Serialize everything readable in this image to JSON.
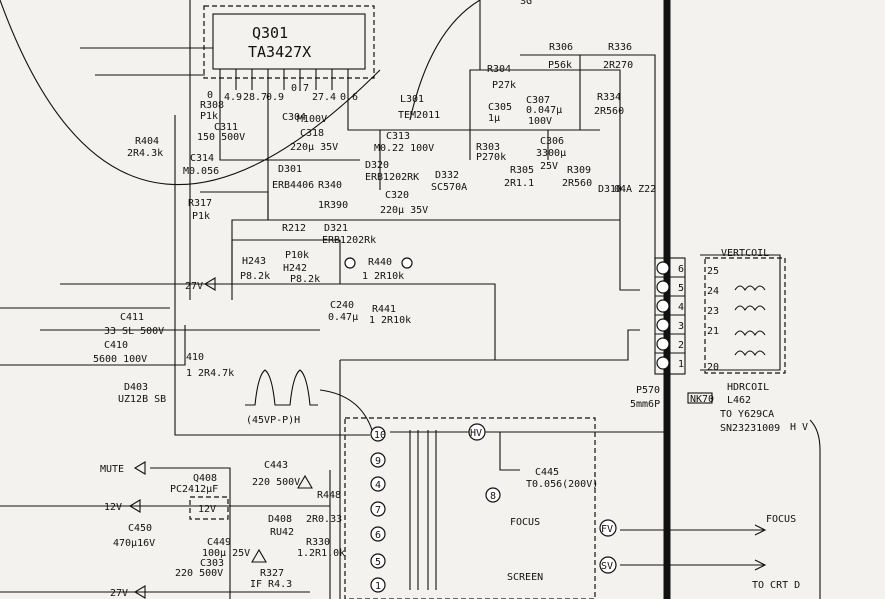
{
  "ic": {
    "ref": "Q301",
    "part": "TA3427X"
  },
  "labels": [
    {
      "id": "r308",
      "t": "R308"
    },
    {
      "id": "r308v",
      "t": "P1k"
    },
    {
      "id": "c311",
      "t": "C311"
    },
    {
      "id": "c311v",
      "t": "150 500V"
    },
    {
      "id": "r404",
      "t": "R404"
    },
    {
      "id": "r404v",
      "t": "2R4.3k"
    },
    {
      "id": "c314",
      "t": "C314"
    },
    {
      "id": "c314v",
      "t": "M0.056"
    },
    {
      "id": "r317",
      "t": "R317"
    },
    {
      "id": "r317v",
      "t": "P1k"
    },
    {
      "id": "p0",
      "t": "0"
    },
    {
      "id": "p49",
      "t": "4.9"
    },
    {
      "id": "p287",
      "t": "28.7"
    },
    {
      "id": "p09",
      "t": "0.9"
    },
    {
      "id": "p07",
      "t": "0.7"
    },
    {
      "id": "p274",
      "t": "27.4"
    },
    {
      "id": "p06",
      "t": "0.6"
    },
    {
      "id": "c304",
      "t": "C304"
    },
    {
      "id": "c304v",
      "t": "M100V"
    },
    {
      "id": "c318",
      "t": "C318"
    },
    {
      "id": "c318v",
      "t": "220µ 35V"
    },
    {
      "id": "d301",
      "t": "D301"
    },
    {
      "id": "d301v",
      "t": "ERB4406"
    },
    {
      "id": "r340",
      "t": "R340"
    },
    {
      "id": "r390",
      "t": "1R390"
    },
    {
      "id": "d320",
      "t": "D320"
    },
    {
      "id": "d320v",
      "t": "ERB1202RK"
    },
    {
      "id": "c320",
      "t": "C320"
    },
    {
      "id": "c320v",
      "t": "220µ 35V"
    },
    {
      "id": "l301",
      "t": "L301"
    },
    {
      "id": "l301v",
      "t": "TEM2011"
    },
    {
      "id": "c313",
      "t": "C313"
    },
    {
      "id": "c313v",
      "t": "M0.22 100V"
    },
    {
      "id": "d332",
      "t": "D332"
    },
    {
      "id": "d332v",
      "t": "SC570A"
    },
    {
      "id": "r304",
      "t": "R304"
    },
    {
      "id": "p27k",
      "t": "P27k"
    },
    {
      "id": "c305",
      "t": "C305"
    },
    {
      "id": "c305v",
      "t": "1µ"
    },
    {
      "id": "c307",
      "t": "C307"
    },
    {
      "id": "c307v",
      "t": "0.047µ"
    },
    {
      "id": "c307w",
      "t": "100V"
    },
    {
      "id": "r303",
      "t": "R303"
    },
    {
      "id": "r303v",
      "t": "P270k"
    },
    {
      "id": "c306",
      "t": "C306"
    },
    {
      "id": "c306v",
      "t": "3300µ"
    },
    {
      "id": "c306w",
      "t": "25V"
    },
    {
      "id": "r305",
      "t": "R305"
    },
    {
      "id": "r305v",
      "t": "2R1.1"
    },
    {
      "id": "r309",
      "t": "R309"
    },
    {
      "id": "r309v",
      "t": "2R560"
    },
    {
      "id": "r306",
      "t": "R306"
    },
    {
      "id": "r306v",
      "t": "P56k"
    },
    {
      "id": "r336",
      "t": "R336"
    },
    {
      "id": "r336v",
      "t": "2R270"
    },
    {
      "id": "r334",
      "t": "R334"
    },
    {
      "id": "r334v",
      "t": "2R560"
    },
    {
      "id": "d310",
      "t": "D310"
    },
    {
      "id": "z",
      "t": "04A Z22"
    },
    {
      "id": "r212",
      "t": "R212"
    },
    {
      "id": "d321",
      "t": "D321"
    },
    {
      "id": "d321v",
      "t": "ERB1202Rk"
    },
    {
      "id": "h243",
      "t": "H243"
    },
    {
      "id": "h243v",
      "t": "P8.2k"
    },
    {
      "id": "p10k",
      "t": "P10k"
    },
    {
      "id": "h242",
      "t": "H242"
    },
    {
      "id": "h242v",
      "t": "P8.2k"
    },
    {
      "id": "r440",
      "t": "R440"
    },
    {
      "id": "r440v",
      "t": "1 2R10k"
    },
    {
      "id": "v27a",
      "t": "27V"
    },
    {
      "id": "c240",
      "t": "C240"
    },
    {
      "id": "c240v",
      "t": "0.47µ"
    },
    {
      "id": "r441",
      "t": "R441"
    },
    {
      "id": "r441v",
      "t": "1 2R10k"
    },
    {
      "id": "c411",
      "t": "C411"
    },
    {
      "id": "c411v",
      "t": "33 SL 500V"
    },
    {
      "id": "c410",
      "t": "C410"
    },
    {
      "id": "c410v",
      "t": "5600 100V"
    },
    {
      "id": "r410",
      "t": "410"
    },
    {
      "id": "r410v",
      "t": "1 2R4.7k"
    },
    {
      "id": "d403",
      "t": "D403"
    },
    {
      "id": "d403v",
      "t": "UZ12B SB"
    },
    {
      "id": "pulse",
      "t": "(45VP-P)H"
    },
    {
      "id": "mute",
      "t": "MUTE"
    },
    {
      "id": "v12",
      "t": "12V"
    },
    {
      "id": "q408",
      "t": "Q408"
    },
    {
      "id": "q408v",
      "t": "PC2412µF"
    },
    {
      "id": "q408m",
      "t": "12V"
    },
    {
      "id": "c443",
      "t": "C443"
    },
    {
      "id": "c443v",
      "t": "220 500V"
    },
    {
      "id": "r448",
      "t": "R448"
    },
    {
      "id": "r448v",
      "t": "2R0.33"
    },
    {
      "id": "d408",
      "t": "D408"
    },
    {
      "id": "d408v",
      "t": "RU42"
    },
    {
      "id": "c450",
      "t": "C450"
    },
    {
      "id": "c450v",
      "t": "470µ16V"
    },
    {
      "id": "c449",
      "t": "C449"
    },
    {
      "id": "c449v",
      "t": "100µ 25V"
    },
    {
      "id": "c303",
      "t": "C303"
    },
    {
      "id": "c303v",
      "t": "220 500V"
    },
    {
      "id": "r327",
      "t": "R327"
    },
    {
      "id": "r327v",
      "t": "IF R4.3"
    },
    {
      "id": "r330",
      "t": "R330"
    },
    {
      "id": "r330v",
      "t": "1.2R1.0k"
    },
    {
      "id": "v27b",
      "t": "27V"
    },
    {
      "id": "c445",
      "t": "C445"
    },
    {
      "id": "c445v",
      "t": "T0.056(200V)"
    },
    {
      "id": "focus",
      "t": "FOCUS"
    },
    {
      "id": "screen",
      "t": "SCREEN"
    },
    {
      "id": "focusout",
      "t": "FOCUS"
    },
    {
      "id": "crt",
      "t": "TO CRT D"
    },
    {
      "id": "vertcoil",
      "t": "VERTCOIL"
    },
    {
      "id": "hdrcoil",
      "t": "HDRCOIL"
    },
    {
      "id": "l462",
      "t": "L462"
    },
    {
      "id": "totv",
      "t": "TO Y629CA"
    },
    {
      "id": "sn",
      "t": "SN23231009"
    },
    {
      "id": "hv",
      "t": "H V"
    },
    {
      "id": "p570",
      "t": "P570"
    },
    {
      "id": "p570v",
      "t": "5mm6P"
    },
    {
      "id": "nk",
      "t": "NK70"
    },
    {
      "id": "c25",
      "t": "25"
    },
    {
      "id": "c24",
      "t": "24"
    },
    {
      "id": "c23",
      "t": "23"
    },
    {
      "id": "c21",
      "t": "21"
    },
    {
      "id": "c20",
      "t": "20"
    },
    {
      "id": "fv",
      "t": "FV"
    },
    {
      "id": "sv",
      "t": "SV"
    },
    {
      "id": "hvpin",
      "t": "HV"
    },
    {
      "id": "top",
      "t": "SG"
    }
  ],
  "connector": {
    "pins": [
      "6",
      "5",
      "4",
      "3",
      "2",
      "1"
    ]
  },
  "fbt_pins": [
    "10",
    "9",
    "4",
    "7",
    "6",
    "5",
    "1",
    "8"
  ]
}
